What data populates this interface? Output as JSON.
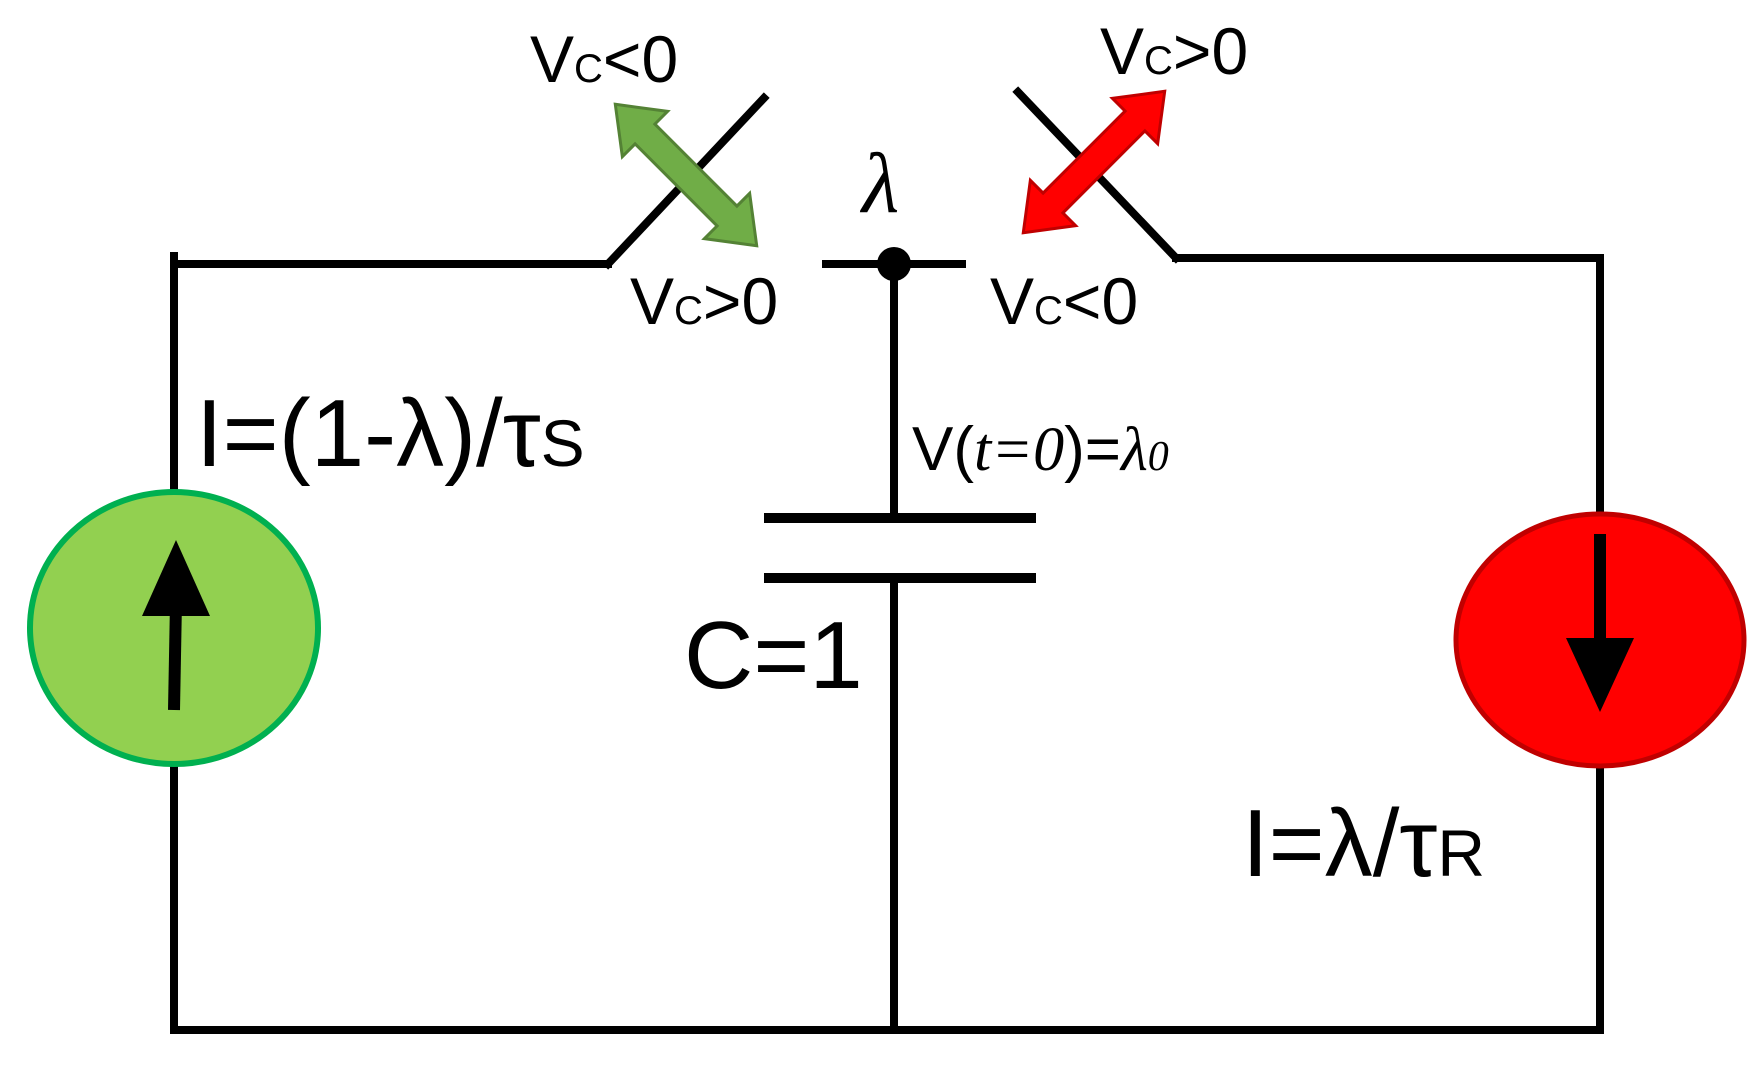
{
  "colors": {
    "wire": "#000000",
    "source_fill": "#92d050",
    "source_stroke": "#00b050",
    "sink_fill": "#ff0000",
    "sink_stroke": "#c00000",
    "green_arrow": "#70ad47",
    "red_arrow": "#ff0000"
  },
  "icons": {
    "source_arrow": "arrow-up-icon",
    "sink_arrow": "arrow-down-icon",
    "green_switch_arrow": "double-arrow-icon",
    "red_switch_arrow": "double-arrow-icon"
  },
  "labels": {
    "left_switch_top": {
      "main": "V",
      "sub": "C",
      "rest": "<0"
    },
    "left_switch_bottom": {
      "main": "V",
      "sub": "C",
      "rest": ">0"
    },
    "right_switch_top": {
      "main": "V",
      "sub": "C",
      "rest": ">0"
    },
    "right_switch_bottom": {
      "main": "V",
      "sub": "C",
      "rest": "<0"
    },
    "node": "λ",
    "source_current": {
      "main": "I=(1-λ)/τ",
      "sub": "S"
    },
    "sink_current": {
      "main": "I=λ/τ",
      "sub": "R"
    },
    "initial_voltage": {
      "prefix": "V(",
      "t": "t=0",
      "mid": ")=",
      "lam": "λ",
      "sub": "0"
    },
    "capacitance": "C=1"
  }
}
